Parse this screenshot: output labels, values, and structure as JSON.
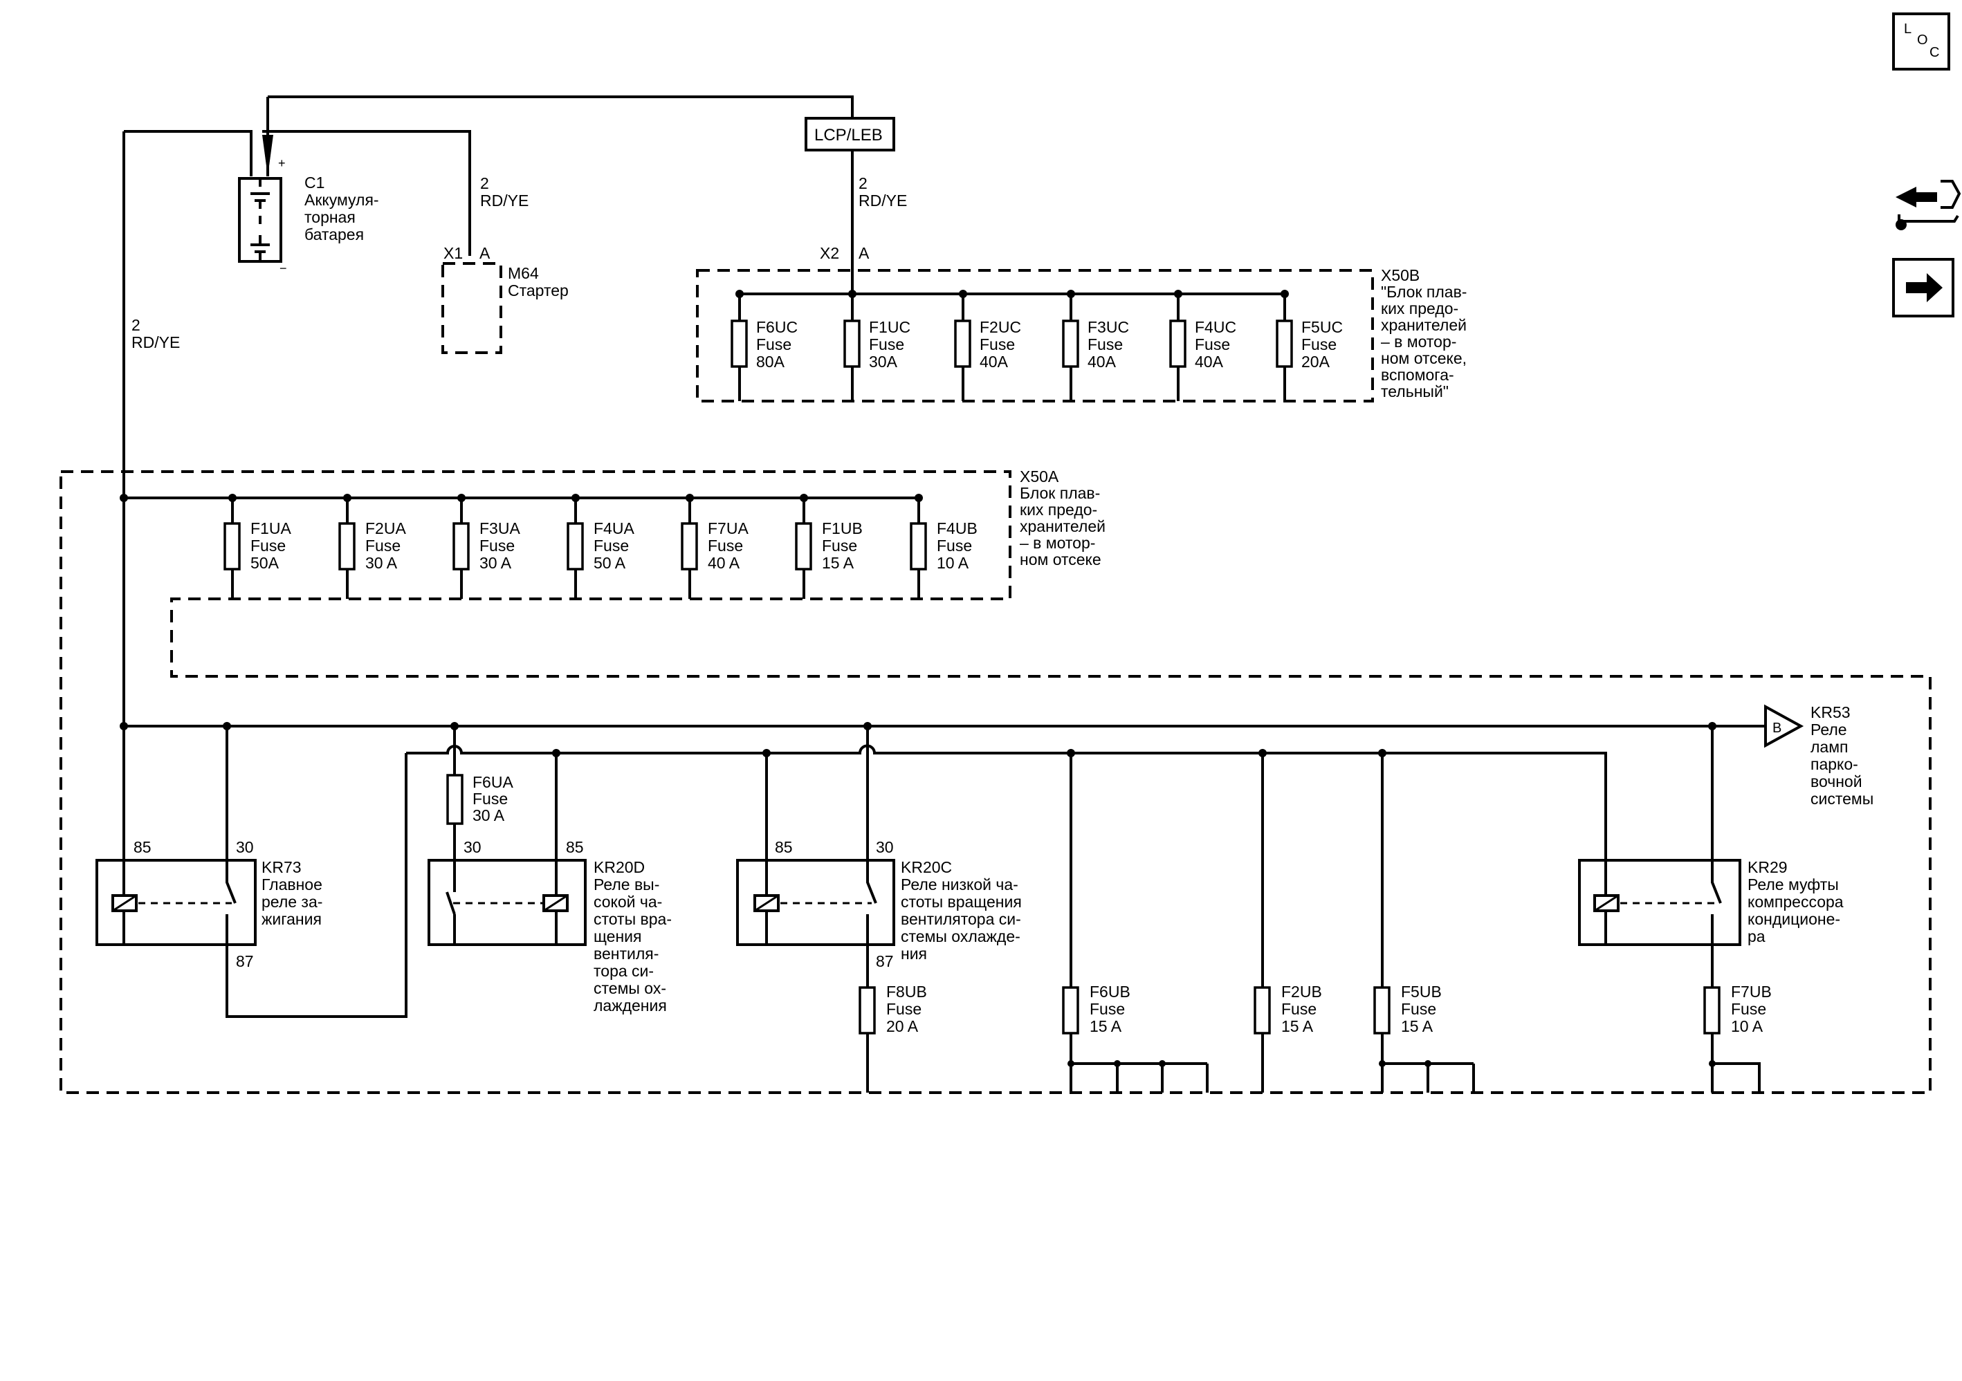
{
  "nav": {
    "loc_letters": [
      "L",
      "O",
      "C"
    ],
    "icons": [
      "loc-icon",
      "connector-tool-icon",
      "next-arrow-icon"
    ]
  },
  "battery": {
    "ref": "C1",
    "desc_lines": [
      "Аккумуля-",
      "торная",
      "батарея"
    ],
    "plus": "+",
    "minus": "−"
  },
  "starter": {
    "ref": "M64",
    "desc": "Стартер",
    "pin_conn": "X1",
    "pin": "A"
  },
  "wires": {
    "to_starter": [
      "2",
      "RD/YE"
    ],
    "to_x50b": [
      "2",
      "RD/YE"
    ],
    "left": [
      "2",
      "RD/YE"
    ]
  },
  "lcp_label": "LCP/LEB",
  "x50b": {
    "pin_conn": "X2",
    "pin": "A",
    "title_lines": [
      "X50B",
      "\"Блок плав-",
      "ких предо-",
      "хранителей",
      "– в мотор-",
      "ном отсеке,",
      "вспомога-",
      "тельный\""
    ],
    "fuses": [
      {
        "name": "F6UC",
        "type": "Fuse",
        "rating": "80A"
      },
      {
        "name": "F1UC",
        "type": "Fuse",
        "rating": "30A"
      },
      {
        "name": "F2UC",
        "type": "Fuse",
        "rating": "40A"
      },
      {
        "name": "F3UC",
        "type": "Fuse",
        "rating": "40A"
      },
      {
        "name": "F4UC",
        "type": "Fuse",
        "rating": "40A"
      },
      {
        "name": "F5UC",
        "type": "Fuse",
        "rating": "20A"
      }
    ]
  },
  "x50a": {
    "title_lines": [
      "X50A",
      "Блок плав-",
      "ких предо-",
      "хранителей",
      "– в мотор-",
      "ном отсеке"
    ],
    "fuses": [
      {
        "name": "F1UA",
        "type": "Fuse",
        "rating": "50A"
      },
      {
        "name": "F2UA",
        "type": "Fuse",
        "rating": "30 A"
      },
      {
        "name": "F3UA",
        "type": "Fuse",
        "rating": "30 A"
      },
      {
        "name": "F4UA",
        "type": "Fuse",
        "rating": "50 A"
      },
      {
        "name": "F7UA",
        "type": "Fuse",
        "rating": "40 A"
      },
      {
        "name": "F1UB",
        "type": "Fuse",
        "rating": "15 A"
      },
      {
        "name": "F4UB",
        "type": "Fuse",
        "rating": "10 A"
      }
    ]
  },
  "f6ua": {
    "name": "F6UA",
    "type": "Fuse",
    "rating": "30 A"
  },
  "lower_fuses": [
    {
      "name": "F8UB",
      "type": "Fuse",
      "rating": "20 A"
    },
    {
      "name": "F6UB",
      "type": "Fuse",
      "rating": "15 A"
    },
    {
      "name": "F2UB",
      "type": "Fuse",
      "rating": "15 A"
    },
    {
      "name": "F5UB",
      "type": "Fuse",
      "rating": "15 A"
    },
    {
      "name": "F7UB",
      "type": "Fuse",
      "rating": "10 A"
    }
  ],
  "relays": {
    "kr73": {
      "ref": "KR73",
      "desc_lines": [
        "Главное",
        "реле за-",
        "жигания"
      ],
      "pin_a": "85",
      "pin_b": "30",
      "pin_c": "87"
    },
    "kr20d": {
      "ref": "KR20D",
      "desc_lines": [
        "Реле вы-",
        "сокой ча-",
        "стоты вра-",
        "щения",
        "вентиля-",
        "тора си-",
        "стемы ох-",
        "лаждения"
      ],
      "pin_a": "30",
      "pin_b": "85"
    },
    "kr20c": {
      "ref": "KR20C",
      "desc_lines": [
        "Реле низкой ча-",
        "стоты вращения",
        "вентилятора си-",
        "стемы охлажде-",
        "ния"
      ],
      "pin_a": "85",
      "pin_b": "30",
      "pin_c": "87"
    },
    "kr29": {
      "ref": "KR29",
      "desc_lines": [
        "Реле муфты",
        "компрессора",
        "кондиционе-",
        "ра"
      ]
    }
  },
  "kr53": {
    "marker": "B",
    "ref": "KR53",
    "desc_lines": [
      "Реле",
      "ламп",
      "парко-",
      "вочной",
      "системы"
    ]
  }
}
